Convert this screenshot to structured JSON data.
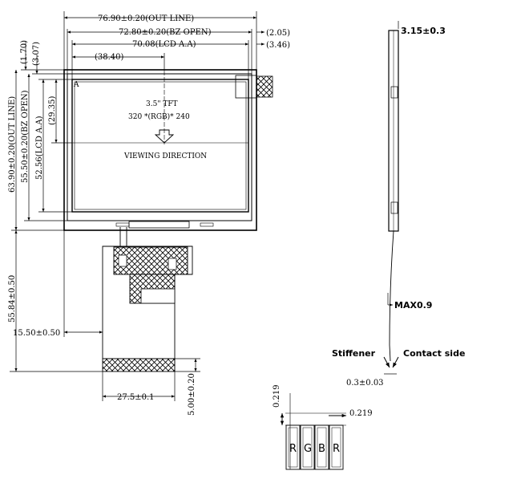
{
  "front_view": {
    "width_outline": "76.90±0.20(OUT LINE)",
    "width_bz": "72.80±0.20(BZ OPEN)",
    "width_lcd": "70.08(LCD A.A)",
    "offset_left": "(38.40)",
    "right_offset_1": "(2.05)",
    "right_offset_2": "(3.46)",
    "top_offset_1": "(1.70)",
    "top_offset_2": "(3.07)",
    "height_outline": "63.90±0.20(OUT LINE)",
    "height_bz": "55.50±0.20(BZ OPEN)",
    "height_lcd": "52.56(LCD A.A)",
    "height_partial": "(29.35)",
    "title": "3.5\" TFT",
    "resolution": "320 *(RGB)* 240",
    "viewing": "VIEWING DIRECTION",
    "corner_mark": "A"
  },
  "fpc": {
    "total_length": "55.84±0.50",
    "fpc_offset": "15.50±0.50",
    "fpc_width": "27.5±0.1",
    "contact_length": "5.00±0.20"
  },
  "side_view": {
    "thickness": "3.15±0.3",
    "max": "MAX0.9",
    "stiffener": "Stiffener",
    "contact_side": "Contact side",
    "fpc_thickness": "0.3±0.03"
  },
  "pixel": {
    "pitch_v": "0.219",
    "pitch_h": "0.219",
    "subpixels": [
      "R",
      "G",
      "B",
      "R"
    ]
  }
}
